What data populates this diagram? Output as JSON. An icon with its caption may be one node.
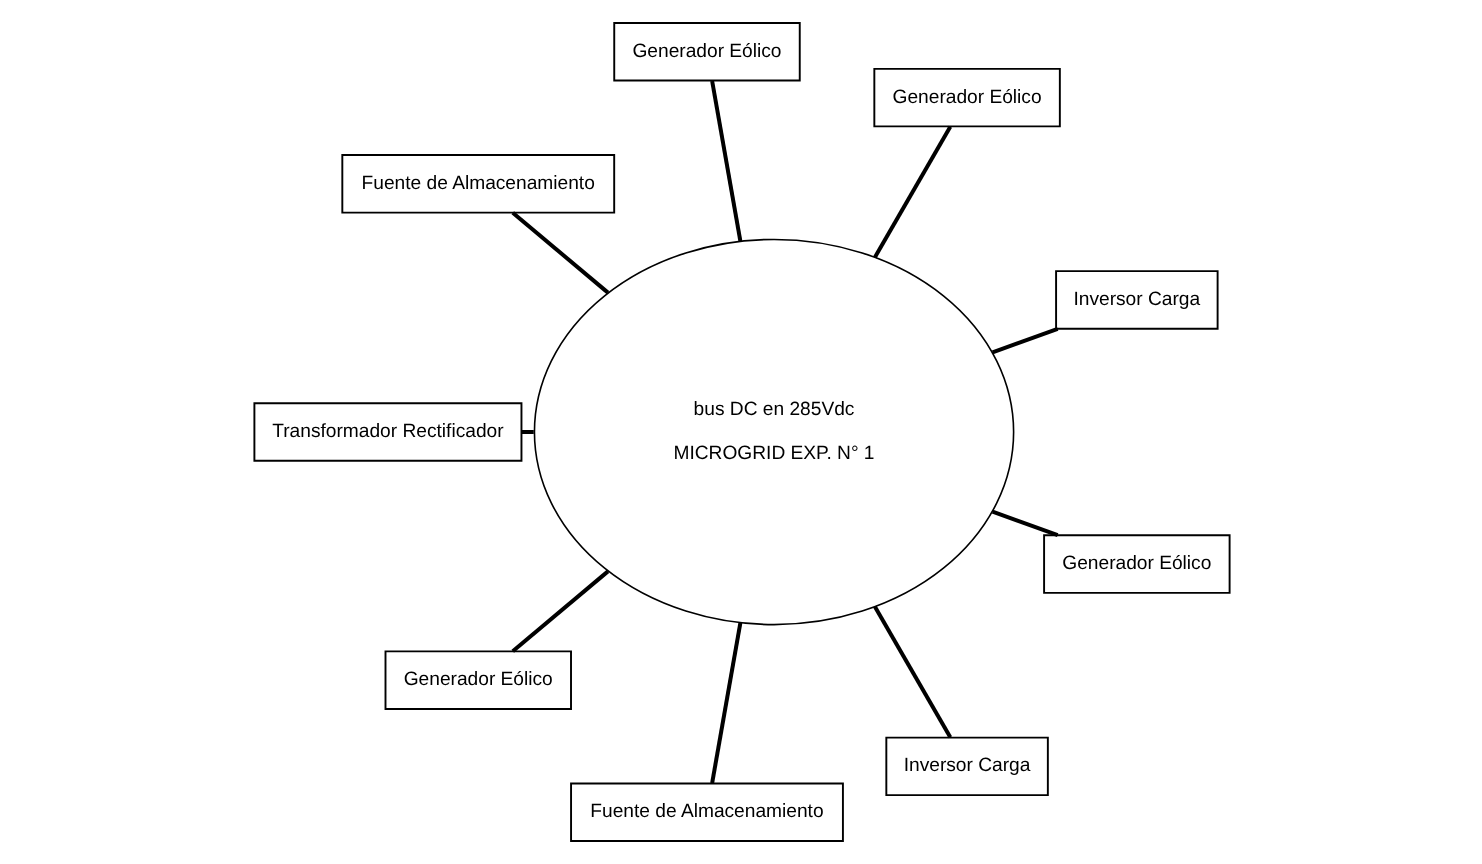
{
  "diagram": {
    "nodes": [
      {
        "text": [
          "bus DC en 285Vdc",
          "MICROGRID EXP. N° 1"
        ]
      },
      {
        "text": [
          "Inversor Carga"
        ]
      },
      {
        "text": [
          "Generador Eólico"
        ]
      },
      {
        "text": [
          "Generador Eólico"
        ]
      },
      {
        "text": [
          "Fuente de Almacenamiento"
        ]
      },
      {
        "text": [
          "Transformador Rectificador"
        ]
      },
      {
        "text": [
          "Generador Eólico"
        ]
      },
      {
        "text": [
          "Fuente de Almacenamiento"
        ]
      },
      {
        "text": [
          "Inversor Carga"
        ]
      },
      {
        "text": [
          "Generador Eólico"
        ]
      }
    ],
    "edges": [
      {
        "from": 1,
        "to": 0,
        "arrow": "none"
      },
      {
        "from": 2,
        "to": 0,
        "arrow": "none"
      },
      {
        "from": 3,
        "to": 0,
        "arrow": "none"
      },
      {
        "from": 4,
        "to": 0,
        "arrow": "none"
      },
      {
        "from": 5,
        "to": 0,
        "arrow": "none"
      },
      {
        "from": 6,
        "to": 0,
        "arrow": "none"
      },
      {
        "from": 7,
        "to": 0,
        "arrow": "none"
      },
      {
        "from": 8,
        "to": 0,
        "arrow": "none"
      },
      {
        "from": 9,
        "to": 0,
        "arrow": "none"
      }
    ]
  }
}
